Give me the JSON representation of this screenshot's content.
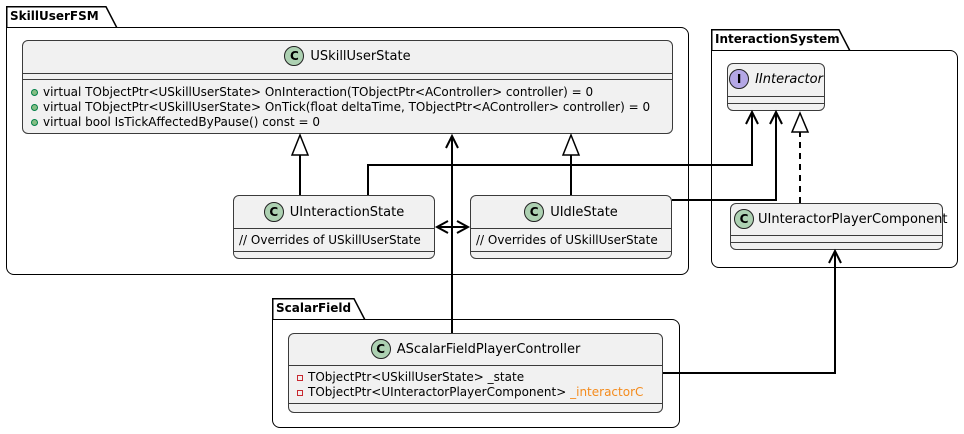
{
  "packages": {
    "skill_user_fsm": {
      "name": "SkillUserFSM"
    },
    "interaction_system": {
      "name": "InteractionSystem"
    },
    "scalar_field": {
      "name": "ScalarField"
    }
  },
  "classes": {
    "uskill_user_state": {
      "stereotype_glyph": "C",
      "name": "USkillUserState",
      "methods": [
        "virtual TObjectPtr<USkillUserState> OnInteraction(TObjectPtr<AController> controller) = 0",
        "virtual TObjectPtr<USkillUserState> OnTick(float deltaTime, TObjectPtr<AController> controller) = 0",
        "virtual bool IsTickAffectedByPause() const = 0"
      ]
    },
    "uinteraction_state": {
      "stereotype_glyph": "C",
      "name": "UInteractionState",
      "note": "// Overrides of USkillUserState"
    },
    "uidle_state": {
      "stereotype_glyph": "C",
      "name": "UIdleState",
      "note": "// Overrides of USkillUserState"
    },
    "iinteractor": {
      "stereotype_glyph": "I",
      "name": "IInteractor"
    },
    "uinteractor_player_component": {
      "stereotype_glyph": "C",
      "name": "UInteractorPlayerComponent"
    },
    "ascalar_field_player_controller": {
      "stereotype_glyph": "C",
      "name": "AScalarFieldPlayerController",
      "fields": [
        {
          "text": "TObjectPtr<USkillUserState> _state",
          "highlight": ""
        },
        {
          "text": "TObjectPtr<UInteractorPlayerComponent> ",
          "highlight": "_interactorC"
        }
      ]
    }
  },
  "colors": {
    "class_fill": "#f1f1f1",
    "class_badge": "#add1b2",
    "interface_badge": "#b4a7e5",
    "highlight_text": "#f48c1e"
  }
}
